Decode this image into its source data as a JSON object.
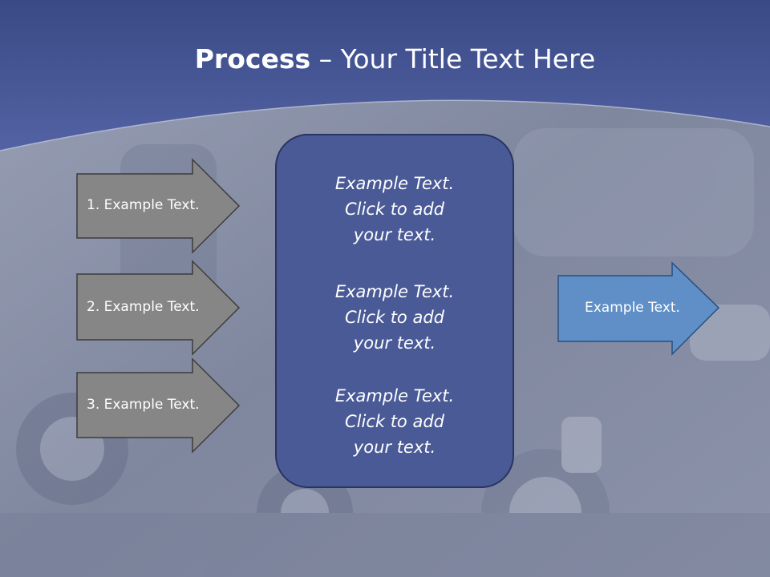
{
  "title": {
    "bold": "Process",
    "rest": " – Your Title Text Here"
  },
  "left_arrows": [
    {
      "label": "1. Example Text."
    },
    {
      "label": "2. Example Text."
    },
    {
      "label": "3. Example Text."
    }
  ],
  "center_box": {
    "blocks": [
      {
        "lines": [
          "Example Text.",
          "Click  to add",
          "your text."
        ]
      },
      {
        "lines": [
          "Example Text.",
          "Click  to add",
          "your text."
        ]
      },
      {
        "lines": [
          "Example Text.",
          "Click  to add",
          "your text."
        ]
      }
    ]
  },
  "right_arrow": {
    "label": "Example Text."
  },
  "colors": {
    "header_blue": "#4a5b98",
    "center_box_fill": "#4a5a97",
    "left_arrow_fill": "#868686",
    "right_arrow_fill": "#5f8fc6"
  }
}
